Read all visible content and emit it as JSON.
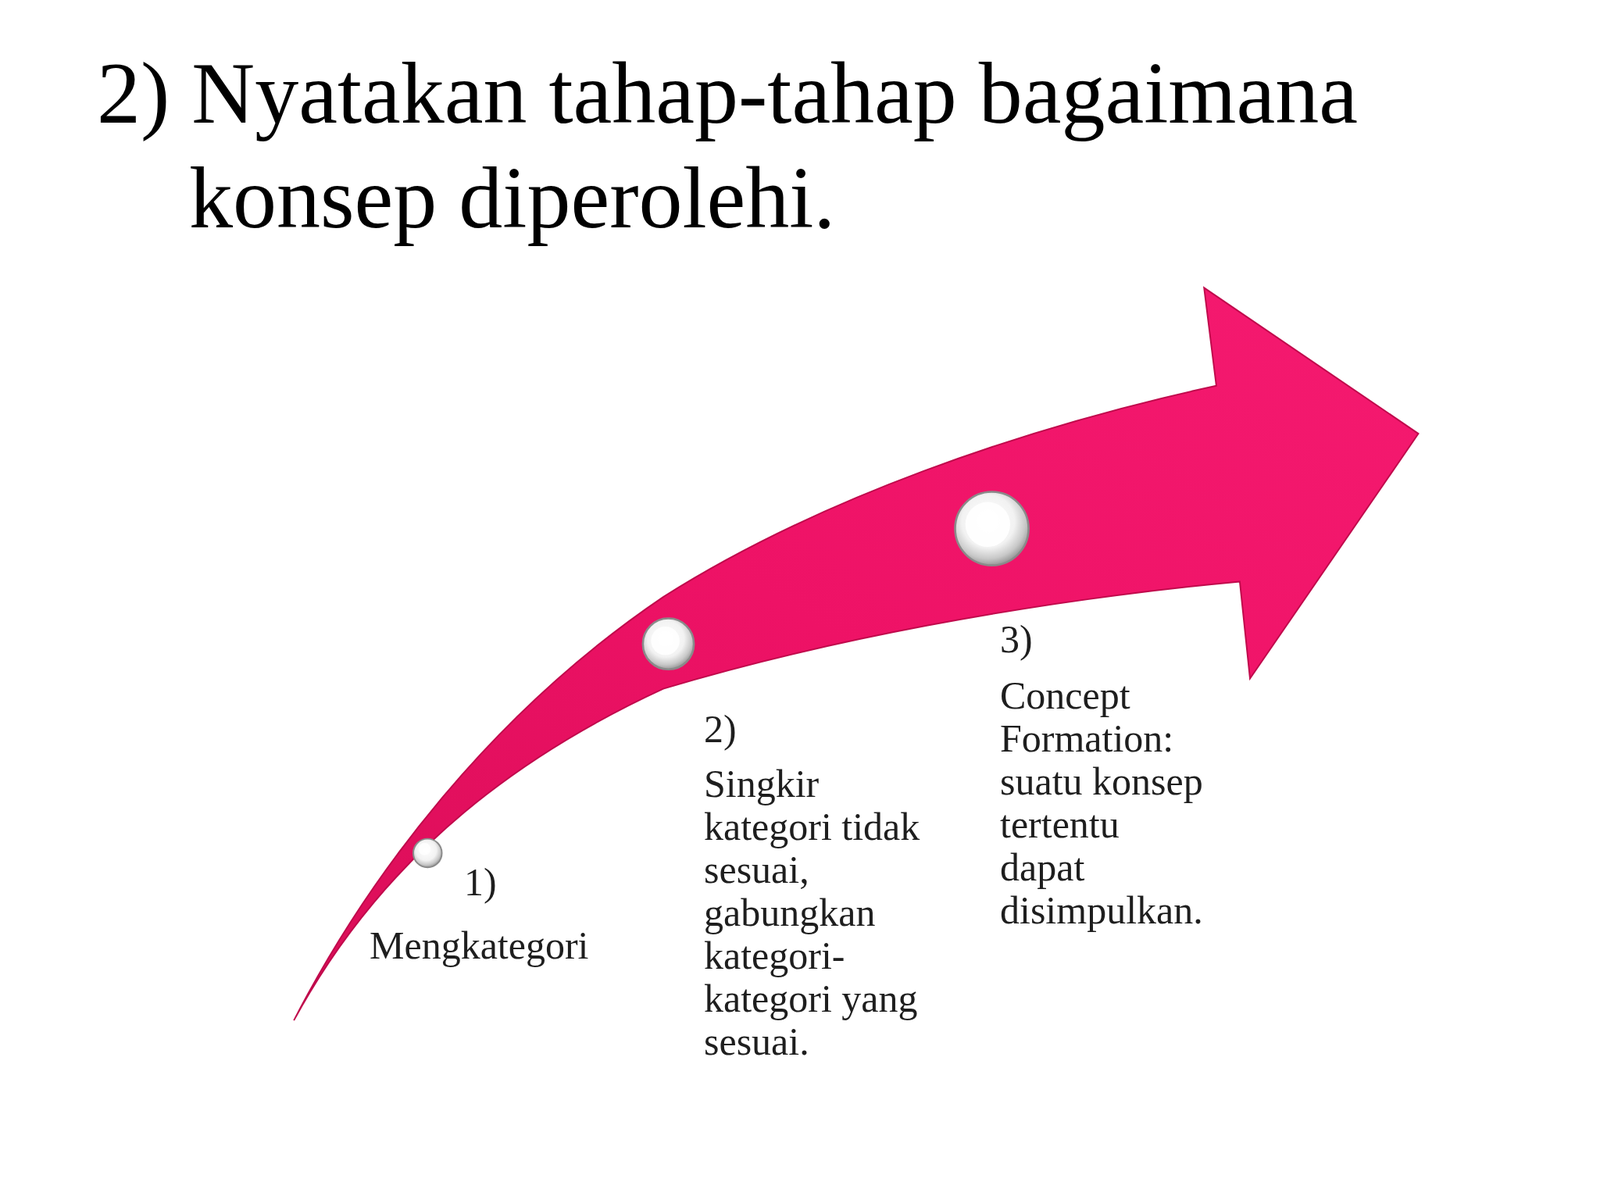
{
  "diagram": {
    "title": "2) Nyatakan tahap-tahap bagaimana konsep diperolehi.",
    "labels": [
      "1)",
      "Mengkategori",
      "2)",
      "Singkir kategori tidak sesuai, gabungkan kategori-kategori yang sesuai.",
      "3)",
      "Concept Formation: suatu konsep tertentu dapat disimpulkan."
    ]
  }
}
